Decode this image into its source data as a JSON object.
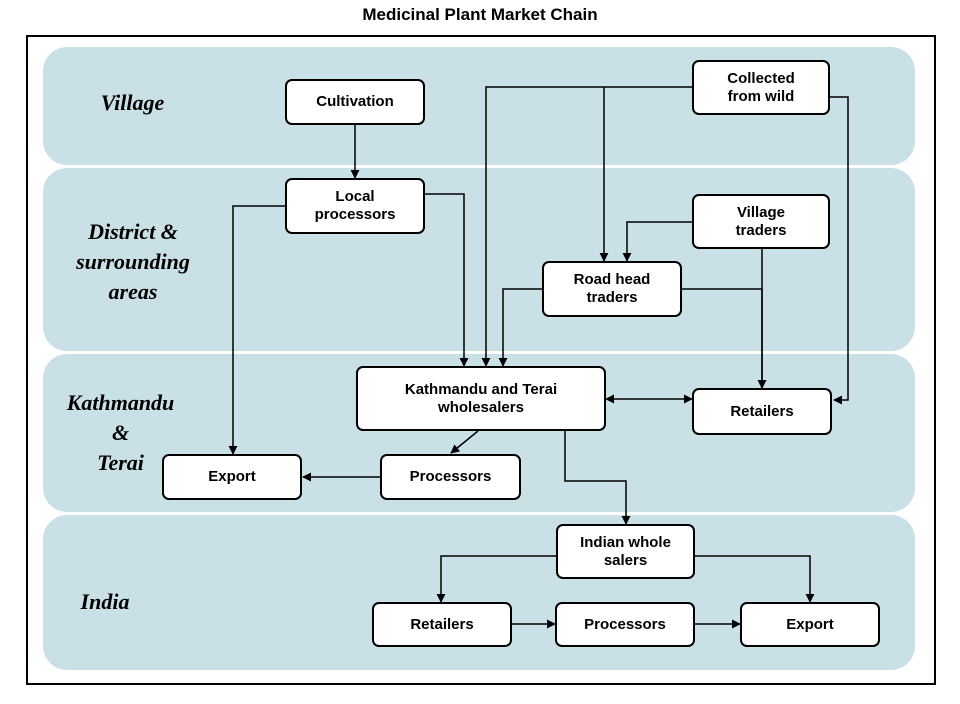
{
  "title": "Medicinal Plant Market Chain",
  "regions": {
    "village": "Village",
    "district": "District &\nsurrounding\nareas",
    "kathmandu": "Kathmandu\n&\nTerai",
    "india": "India"
  },
  "nodes": {
    "cultivation": "Cultivation",
    "collected_wild": "Collected\nfrom wild",
    "local_processors": "Local\nprocessors",
    "village_traders": "Village\ntraders",
    "road_head_traders": "Road head\ntraders",
    "ktm_wholesalers": "Kathmandu and Terai\nwholesalers",
    "retailers_ktm": "Retailers",
    "export_ktm": "Export",
    "processors_ktm": "Processors",
    "indian_wholesalers": "Indian whole\nsalers",
    "retailers_india": "Retailers",
    "processors_india": "Processors",
    "export_india": "Export"
  },
  "colors": {
    "band": "#c9e0e6",
    "node_fill": "#ffffff",
    "stroke": "#000000"
  }
}
